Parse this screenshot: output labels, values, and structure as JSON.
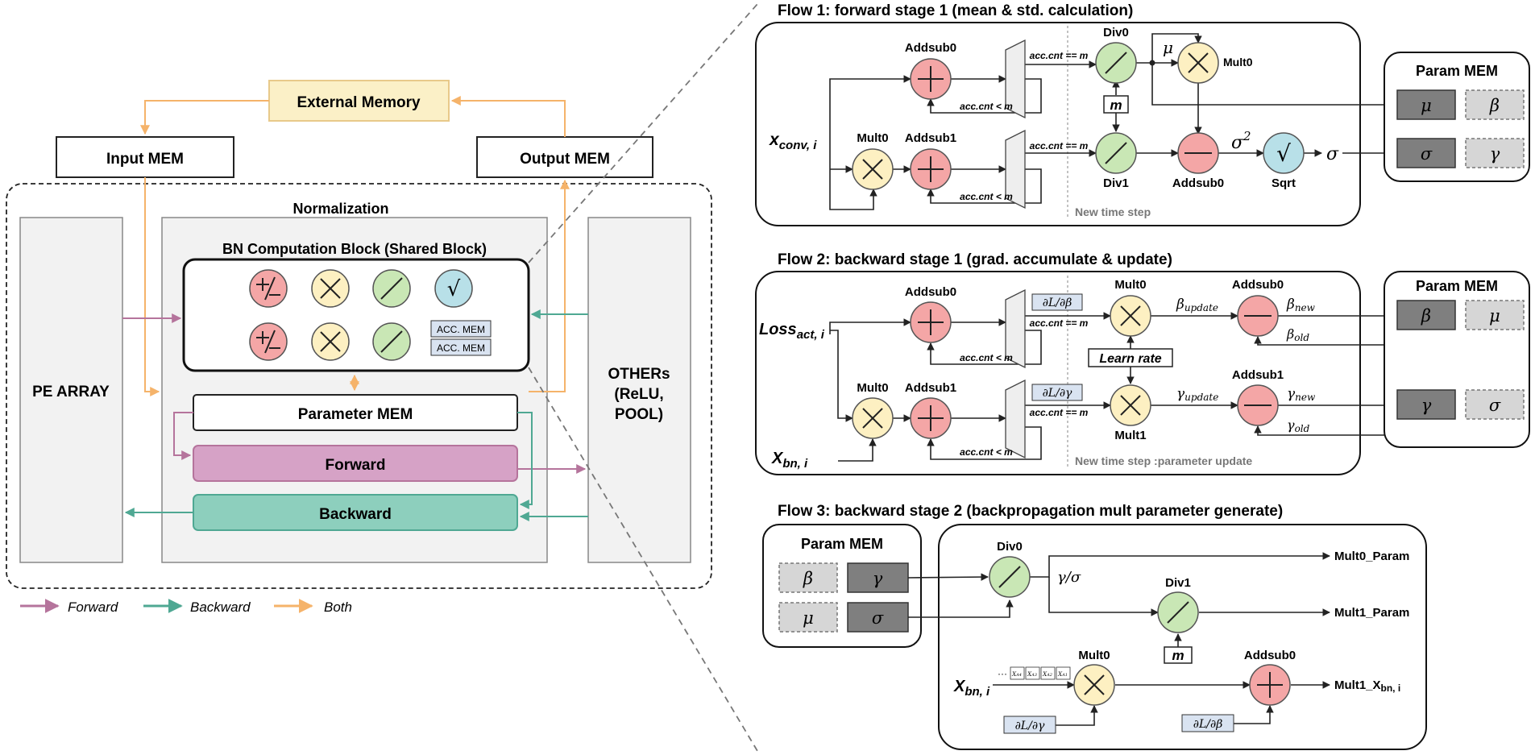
{
  "left": {
    "external_memory": "External Memory",
    "input_mem": "Input MEM",
    "output_mem": "Output MEM",
    "normalization": "Normalization",
    "bn_block": "BN Computation Block (Shared Block)",
    "acc_mem": "ACC. MEM",
    "pe_array": "PE ARRAY",
    "others_1": "OTHERs",
    "others_2": "(ReLU,",
    "others_3": "POOL)",
    "parameter_mem": "Parameter MEM",
    "forward": "Forward",
    "backward": "Backward"
  },
  "legend": {
    "forward": "Forward",
    "backward": "Backward",
    "both": "Both"
  },
  "colors": {
    "adder": "#f4a6a6",
    "multiplier": "#fdf0c2",
    "divider": "#c9e7b5",
    "sqrt": "#b8e0e8",
    "forward": "#b5749c",
    "backward": "#4fa893",
    "both": "#f5b36a",
    "forward_block": "#d6a2c6",
    "backward_block": "#8dcfbd",
    "external_memory": "#fbf0c7"
  },
  "flow1": {
    "title": "Flow 1: forward stage 1 (mean & std. calculation)",
    "addsub0": "Addsub0",
    "addsub1": "Addsub1",
    "mult0": "Mult0",
    "mult0b": "Mult0",
    "div0": "Div0",
    "div1": "Div1",
    "addsub0b": "Addsub0",
    "sqrt": "Sqrt",
    "acc_eq": "acc.cnt == m",
    "acc_lt": "acc.cnt < m",
    "m": "m",
    "mu": "μ",
    "sigma2": "σ",
    "sup2": "2",
    "sigma": "σ",
    "x_base": "x",
    "x_sub": "conv, i",
    "new_time_step": "New time step",
    "param_mem": "Param MEM",
    "p_mu": "μ",
    "p_beta": "β",
    "p_sigma": "σ",
    "p_gamma": "γ"
  },
  "flow2": {
    "title": "Flow 2: backward stage 1 (grad. accumulate & update)",
    "addsub0": "Addsub0",
    "addsub1": "Addsub1",
    "mult0": "Mult0",
    "mult0b": "Mult0",
    "mult1": "Mult1",
    "addsub0b": "Addsub0",
    "addsub1b": "Addsub1",
    "dl_dbeta": "∂L/∂β",
    "dl_dgamma": "∂L/∂γ",
    "acc_eq": "acc.cnt == m",
    "acc_lt": "acc.cnt < m",
    "learn_rate": "Learn rate",
    "loss_base": "Loss",
    "loss_sub": "act, i",
    "x_base": "X",
    "x_sub": "bn, i",
    "beta_update": "β",
    "beta_update_sub": "update",
    "beta_new": "β",
    "beta_new_sub": "new",
    "beta_old": "β",
    "beta_old_sub": "old",
    "gamma_update": "γ",
    "gamma_update_sub": "update",
    "gamma_new": "γ",
    "gamma_new_sub": "new",
    "gamma_old": "γ",
    "gamma_old_sub": "old",
    "new_time_step": "New time step :parameter update",
    "param_mem": "Param MEM",
    "p_beta": "β",
    "p_mu": "μ",
    "p_gamma": "γ",
    "p_sigma": "σ"
  },
  "flow3": {
    "title": "Flow 3: backward stage 2 (backpropagation mult parameter generate)",
    "param_mem": "Param MEM",
    "p_beta": "β",
    "p_gamma": "γ",
    "p_mu": "μ",
    "p_sigma": "σ",
    "div0": "Div0",
    "div1": "Div1",
    "mult0": "Mult0",
    "addsub0": "Addsub0",
    "gamma_over_sigma": "γ/σ",
    "m": "m",
    "out_mult0": "Mult0_Param",
    "out_mult1": "Mult1_Param",
    "out_xbn_base": "Mult1_X",
    "out_xbn_sub": "bn, i",
    "x_base": "X",
    "x_sub": "bn, i",
    "dl_dgamma": "∂L/∂γ",
    "dl_dbeta": "∂L/∂β",
    "dots": "···",
    "x_items": [
      "X",
      "X",
      "X",
      "X"
    ],
    "x_item_subs": [
      "A4",
      "A3",
      "A2",
      "A1"
    ]
  }
}
